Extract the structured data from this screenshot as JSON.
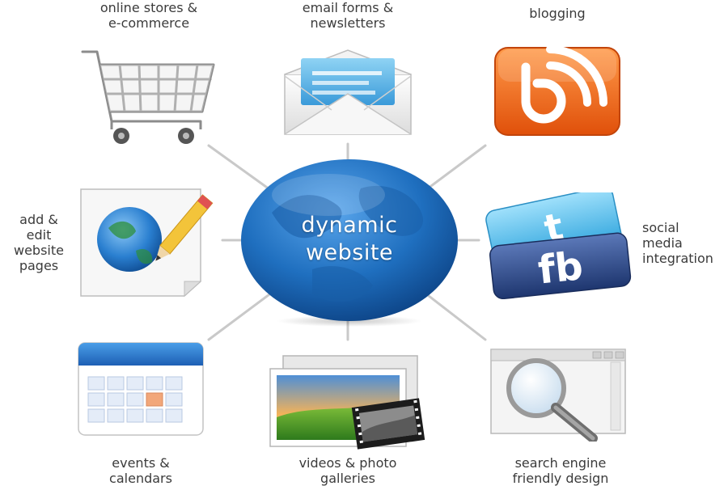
{
  "hub": {
    "label": "dynamic\nwebsite"
  },
  "nodes": {
    "ecommerce": {
      "label": "online stores &\ne-commerce",
      "icon": "shopping-cart-icon"
    },
    "email": {
      "label": "email forms &\nnewsletters",
      "icon": "envelope-icon"
    },
    "blogging": {
      "label": "blogging",
      "icon": "blogger-icon"
    },
    "edit_pages": {
      "label": "add &\nedit\nwebsite\npages",
      "icon": "globe-pencil-icon"
    },
    "social": {
      "label": "social\nmedia\nintegration",
      "icon": "social-media-icon"
    },
    "events": {
      "label": "events &\ncalendars",
      "icon": "calendar-icon"
    },
    "galleries": {
      "label": "videos & photo\ngalleries",
      "icon": "photo-gallery-icon"
    },
    "seo": {
      "label": "search engine\nfriendly design",
      "icon": "magnifier-icon"
    }
  },
  "colors": {
    "globe": "#1f6fbf",
    "blogger": "#f26a1b",
    "twitter": "#4db8e8",
    "facebook": "#2e4a8c",
    "spoke": "#c8c8c8"
  }
}
